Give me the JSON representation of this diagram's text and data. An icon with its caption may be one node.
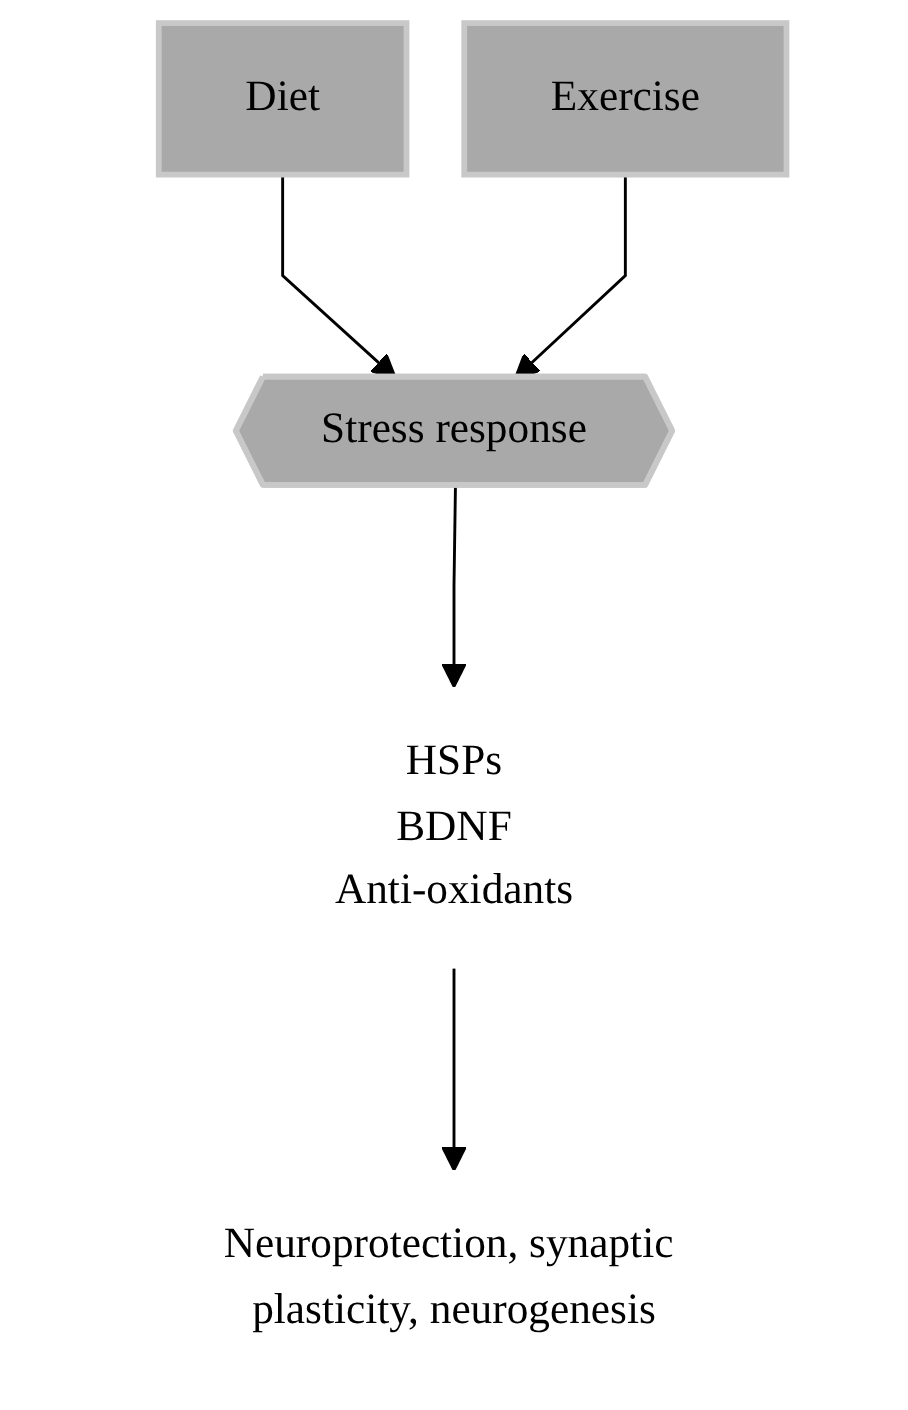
{
  "diagram": {
    "nodes": [
      {
        "text": [
          "Diet"
        ]
      },
      {
        "text": [
          "Exercise"
        ]
      },
      {
        "text": [
          "Stress response"
        ]
      },
      {
        "text": [
          "HSPs",
          "BDNF",
          "Anti-oxidants"
        ]
      },
      {
        "text": [
          "Neuroprotection, synaptic plasticity, neurogenesis"
        ]
      }
    ],
    "edges": [
      {
        "from": 0,
        "to": 2,
        "arrow": "to"
      },
      {
        "from": 1,
        "to": 2,
        "arrow": "to"
      },
      {
        "from": 2,
        "to": 3,
        "arrow": "to"
      },
      {
        "from": 3,
        "to": 4,
        "arrow": "to"
      }
    ]
  }
}
